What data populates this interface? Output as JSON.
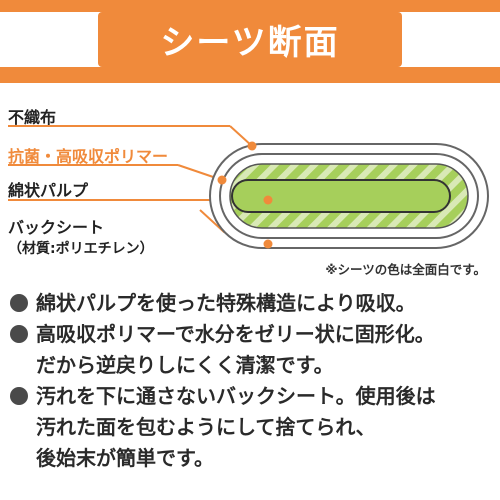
{
  "title": "シーツ断面",
  "layers": [
    {
      "name": "不織布",
      "highlight": false
    },
    {
      "name": "抗菌・高吸収ポリマー",
      "highlight": true
    },
    {
      "name": "綿状パルプ",
      "highlight": false
    },
    {
      "name": "バックシート",
      "highlight": false,
      "sub": "（材質:ポリエチレン）"
    }
  ],
  "note": "※シーツの色は全面白です。",
  "features": [
    {
      "lines": [
        "綿状パルプを使った特殊構造により吸収。"
      ]
    },
    {
      "lines": [
        "高吸収ポリマーで水分をゼリー状に固形化。",
        "だから逆戻りしにくく清潔です。"
      ]
    },
    {
      "lines": [
        "汚れを下に通さないバックシート。使用後は",
        "汚れた面を包むようにして捨てられ、",
        "後始末が簡単です。"
      ]
    }
  ],
  "colors": {
    "accent": "#f08a3b",
    "pulp_green": "#a6cf5b",
    "stripe_light": "#d9e9b6",
    "dark_text": "#222222"
  }
}
